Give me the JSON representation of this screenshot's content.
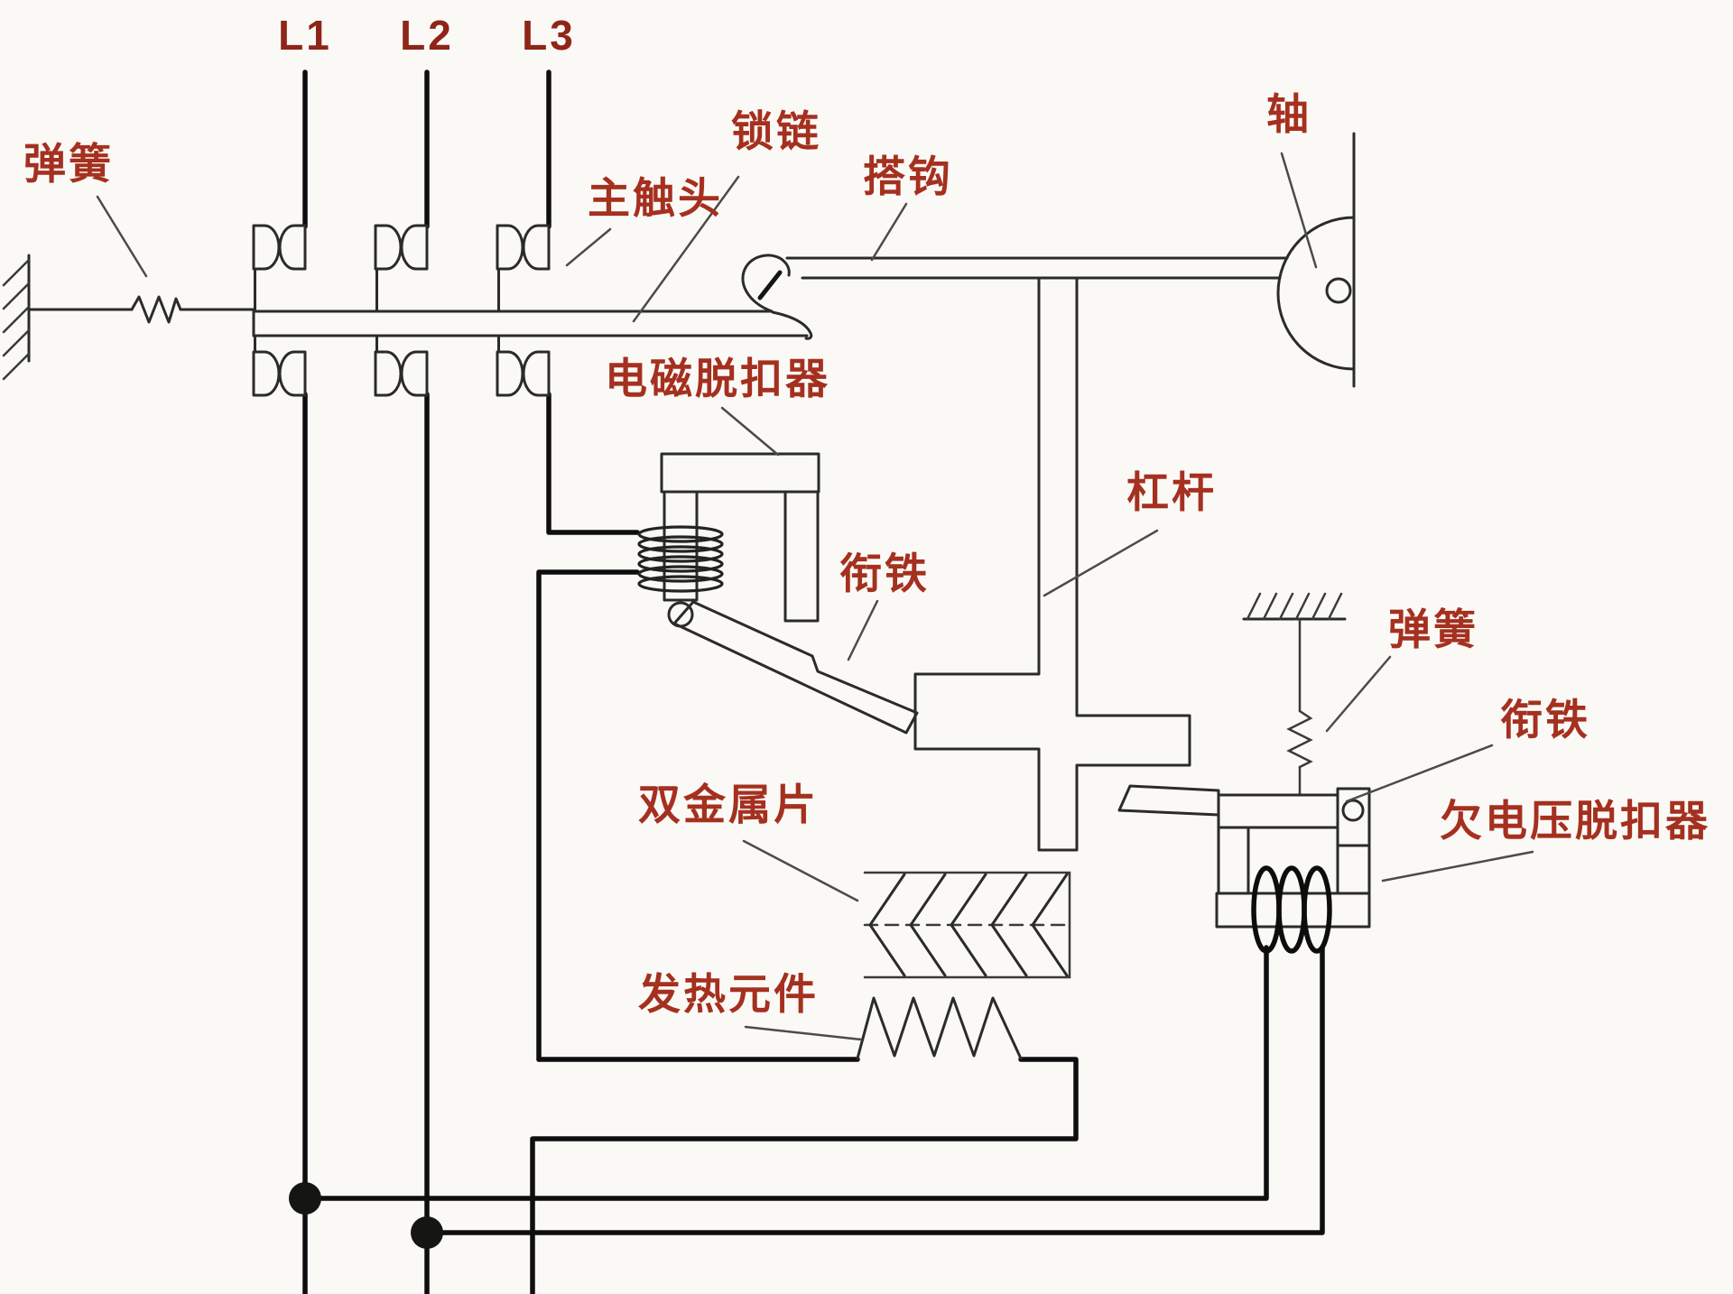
{
  "diagram": {
    "title_implied": "低压断路器结构示意图",
    "type": "structural schematic of a low-voltage circuit breaker",
    "phases": {
      "l1": "L1",
      "l2": "L2",
      "l3": "L3"
    },
    "labels": {
      "spring_left": "弹簧",
      "main_contact": "主触头",
      "latch_link": "锁链",
      "hook": "搭钩",
      "shaft": "轴",
      "electromagnetic_release": "电磁脱扣器",
      "armature_left": "衔铁",
      "lever": "杠杆",
      "bimetal_strip": "双金属片",
      "heating_element": "发热元件",
      "spring_right": "弹簧",
      "armature_right": "衔铁",
      "undervoltage_release": "欠电压脱扣器"
    },
    "colors": {
      "background": "#faf9f6",
      "label_red": "#a5301f",
      "phase_label_red": "#8f2518",
      "line_dark": "#2b2b28",
      "wire_black": "#0e0e0e"
    }
  }
}
